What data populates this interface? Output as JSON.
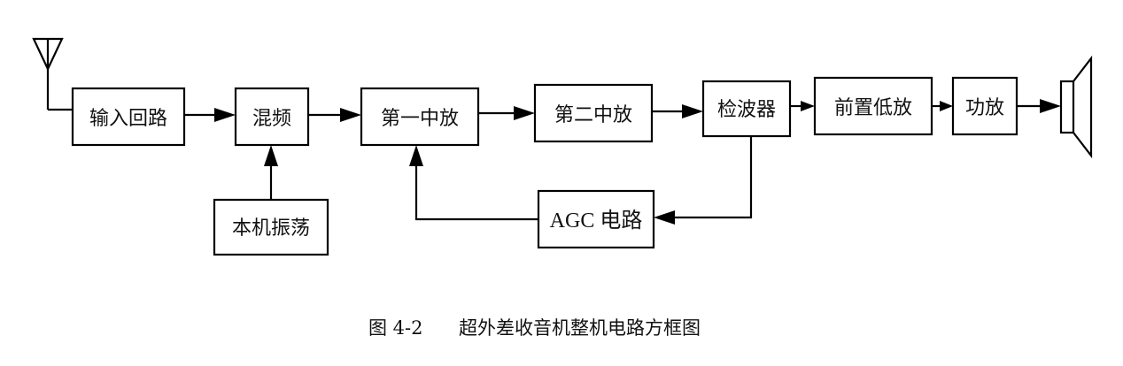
{
  "diagram": {
    "blocks": {
      "input_circuit": "输入回路",
      "mixer": "混频",
      "local_oscillator": "本机振荡",
      "first_if_amp": "第一中放",
      "second_if_amp": "第二中放",
      "detector": "检波器",
      "preamp": "前置低放",
      "power_amp": "功放",
      "agc": "AGC 电路"
    },
    "caption": {
      "number": "图 4-2",
      "title": "超外差收音机整机电路方框图"
    }
  }
}
